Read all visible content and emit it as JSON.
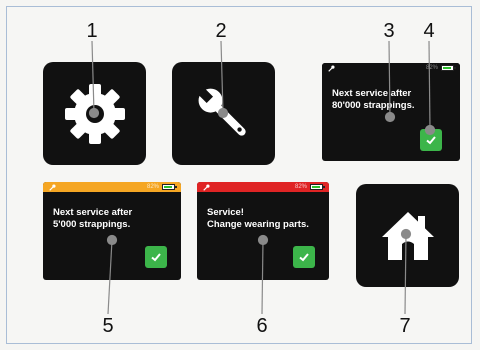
{
  "callouts": [
    "1",
    "2",
    "3",
    "4",
    "5",
    "6",
    "7"
  ],
  "icons": {
    "settings": "gear-icon",
    "tools": "wrench-icon",
    "home": "home-icon",
    "confirm": "checkmark-icon"
  },
  "screens": {
    "normal": {
      "bar_color": "#111111",
      "battery": "82%",
      "line1": "Next service after",
      "line2": "80'000 strappings."
    },
    "warning": {
      "bar_color": "#f5a623",
      "battery": "82%",
      "line1": "Next service after",
      "line2": "5'000 strappings."
    },
    "alert": {
      "bar_color": "#e02424",
      "battery": "82%",
      "line1": "Service!",
      "line2": "Change wearing parts."
    }
  },
  "colors": {
    "tile": "#111111",
    "confirm": "#3cb54a",
    "frame": "#a9bdd6"
  }
}
